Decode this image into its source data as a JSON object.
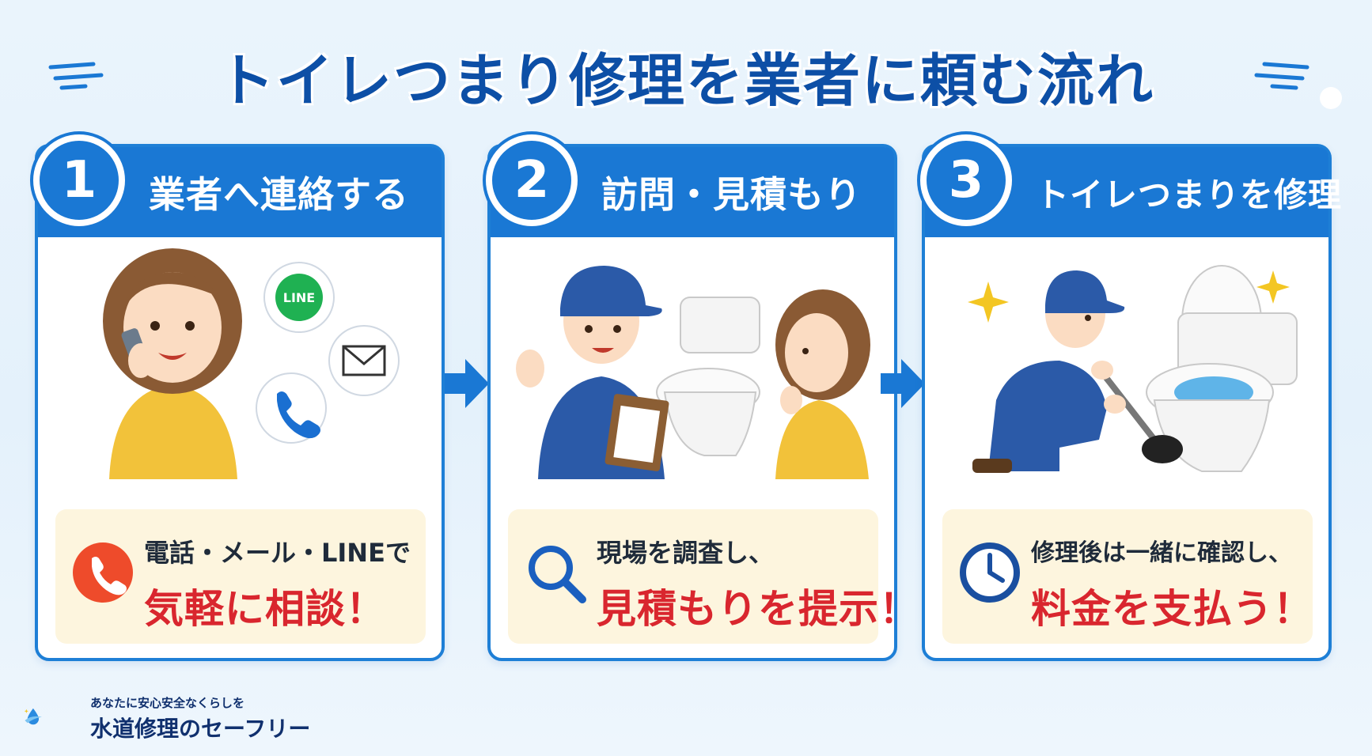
{
  "title": "トイレつまり修理を業者に頼む流れ",
  "colors": {
    "primary": "#1a78d4",
    "title": "#0d4fa6",
    "accent_red": "#d9262e",
    "note_bg": "#fdf5de"
  },
  "steps": [
    {
      "number": "1",
      "title": "業者へ連絡する",
      "icon": "phone-icon",
      "line1": "電話・メール・LINEで",
      "line2": "気軽に相談！",
      "line_badge": "LINE"
    },
    {
      "number": "2",
      "title": "訪問・見積もり",
      "icon": "magnifier-icon",
      "line1": "現場を調査し、",
      "line2": "見積もりを提示！"
    },
    {
      "number": "3",
      "title": "トイレつまりを修理",
      "icon": "clock-icon",
      "line1": "修理後は一緒に確認し、",
      "line2": "料金を支払う！"
    }
  ],
  "brand": {
    "tagline": "あなたに安心安全なくらしを",
    "name": "水道修理のセーフリー"
  }
}
